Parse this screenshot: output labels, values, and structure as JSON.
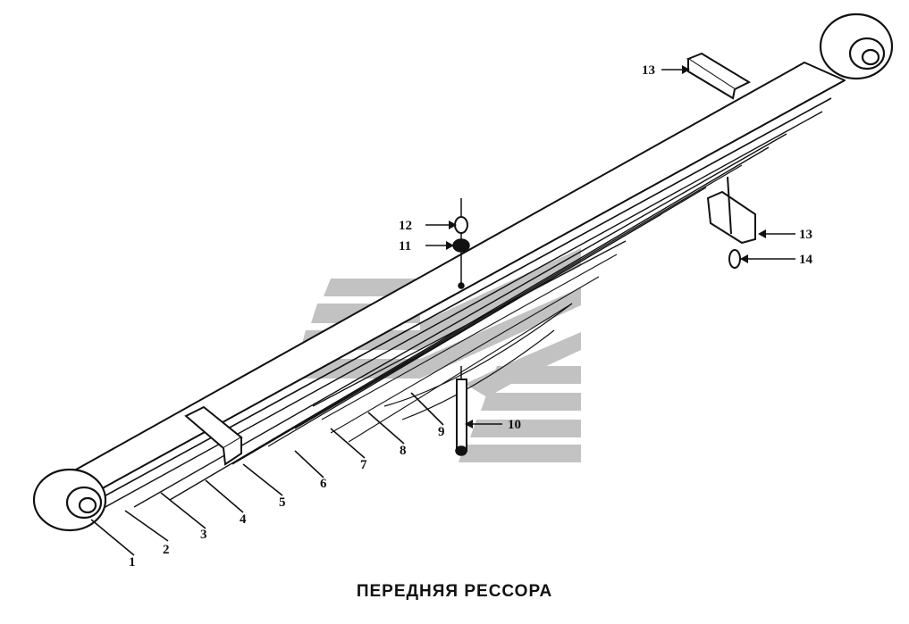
{
  "caption": "ПЕРЕДНЯЯ РЕССОРА",
  "callouts": {
    "c1": "1",
    "c2": "2",
    "c3": "3",
    "c4": "4",
    "c5": "5",
    "c6": "6",
    "c7": "7",
    "c8": "8",
    "c9": "9",
    "c10": "10",
    "c11": "11",
    "c12": "12",
    "c13a": "13",
    "c13b": "13",
    "c14": "14"
  },
  "colors": {
    "ink": "#111111",
    "watermark": "#b5b5b5"
  },
  "watermark_icon": "kamaz-logo-watermark"
}
